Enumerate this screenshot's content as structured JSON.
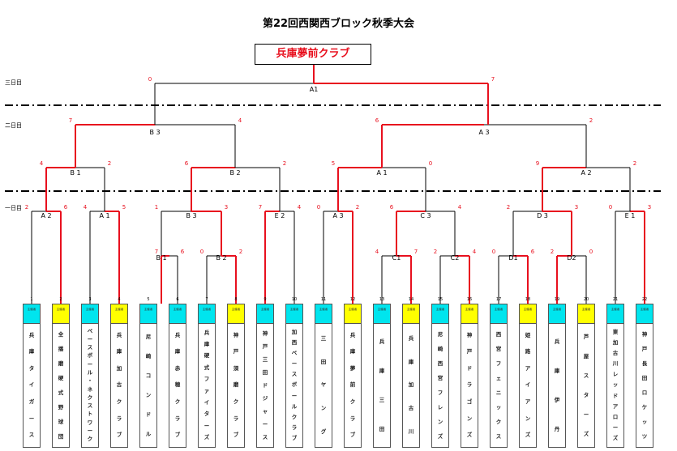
{
  "title": "第22回西関西ブロック秋季大会",
  "winner": "兵庫夢前クラブ",
  "colors": {
    "win": "#e8101e",
    "lose": "#000000",
    "cyan": "#00e5ee",
    "yellow": "#ffff00"
  },
  "days": [
    "三日目",
    "二日目",
    "一日目"
  ],
  "header_text": "主催者",
  "teams": [
    {
      "num": "1",
      "name": "兵庫タイガース",
      "color": "cyan"
    },
    {
      "num": "2",
      "name": "全播磨硬式野球団",
      "color": "yellow"
    },
    {
      "num": "3",
      "name": "ベースボール・ネクストワーク",
      "color": "cyan"
    },
    {
      "num": "4",
      "name": "兵庫加古クラブ",
      "color": "yellow"
    },
    {
      "num": "5",
      "name": "尼崎コンドル",
      "color": "cyan"
    },
    {
      "num": "6",
      "name": "兵庫赤穂クラブ",
      "color": "cyan"
    },
    {
      "num": "7",
      "name": "兵庫硬式ファイターズ",
      "color": "cyan"
    },
    {
      "num": "8",
      "name": "神戸須磨クラブ",
      "color": "yellow"
    },
    {
      "num": "9",
      "name": "神戸三田ドジャース",
      "color": "cyan"
    },
    {
      "num": "10",
      "name": "加西ベースボールクラブ",
      "color": "cyan"
    },
    {
      "num": "11",
      "name": "三田ヤング",
      "color": "cyan"
    },
    {
      "num": "12",
      "name": "兵庫夢前クラブ",
      "color": "yellow"
    },
    {
      "num": "13",
      "name": "兵庫三田",
      "color": "cyan"
    },
    {
      "num": "14",
      "name": "兵庫加古川",
      "color": "yellow"
    },
    {
      "num": "15",
      "name": "尼崎西宮フレンズ",
      "color": "cyan"
    },
    {
      "num": "16",
      "name": "神戸ドラゴンズ",
      "color": "yellow"
    },
    {
      "num": "17",
      "name": "西宮フェニックス",
      "color": "cyan"
    },
    {
      "num": "18",
      "name": "姫路アイアンズ",
      "color": "yellow"
    },
    {
      "num": "19",
      "name": "兵庫伊丹",
      "color": "cyan"
    },
    {
      "num": "20",
      "name": "芦屋スターズ",
      "color": "yellow"
    },
    {
      "num": "21",
      "name": "東加古川レッドアローズ",
      "color": "cyan"
    },
    {
      "num": "22",
      "name": "神戸長田ロケッツ",
      "color": "cyan"
    }
  ],
  "matches": [
    {
      "id": "B1",
      "label": "B 1",
      "ls": "7",
      "rs": "6"
    },
    {
      "id": "B2",
      "label": "B 2",
      "ls": "0",
      "rs": "2"
    },
    {
      "id": "C1",
      "label": "C1",
      "ls": "4",
      "rs": "7"
    },
    {
      "id": "C2",
      "label": "C2",
      "ls": "2",
      "rs": "4"
    },
    {
      "id": "D1",
      "label": "D1",
      "ls": "0",
      "rs": "6"
    },
    {
      "id": "D2",
      "label": "D2",
      "ls": "2",
      "rs": "0"
    },
    {
      "id": "A2a",
      "label": "A 2",
      "ls": "2",
      "rs": "6"
    },
    {
      "id": "A1a",
      "label": "A 1",
      "ls": "4",
      "rs": "5"
    },
    {
      "id": "B3a",
      "label": "B 3",
      "ls": "1",
      "rs": "3"
    },
    {
      "id": "E2",
      "label": "E 2",
      "ls": "7",
      "rs": "4"
    },
    {
      "id": "A3a",
      "label": "A 3",
      "ls": "0",
      "rs": "2"
    },
    {
      "id": "C3",
      "label": "C 3",
      "ls": "6",
      "rs": "4"
    },
    {
      "id": "D3",
      "label": "D 3",
      "ls": "2",
      "rs": "3"
    },
    {
      "id": "E1",
      "label": "E 1",
      "ls": "0",
      "rs": "3"
    },
    {
      "id": "B1b",
      "label": "B 1",
      "ls": "4",
      "rs": "2"
    },
    {
      "id": "B2b",
      "label": "B 2",
      "ls": "6",
      "rs": "2"
    },
    {
      "id": "A1b",
      "label": "A 1",
      "ls": "5",
      "rs": "0"
    },
    {
      "id": "A2b",
      "label": "A 2",
      "ls": "9",
      "rs": "2"
    },
    {
      "id": "B3b",
      "label": "B 3",
      "ls": "7",
      "rs": "4"
    },
    {
      "id": "A3b",
      "label": "A 3",
      "ls": "6",
      "rs": "2"
    },
    {
      "id": "A1c",
      "label": "A1",
      "ls": "0",
      "rs": "7"
    }
  ]
}
